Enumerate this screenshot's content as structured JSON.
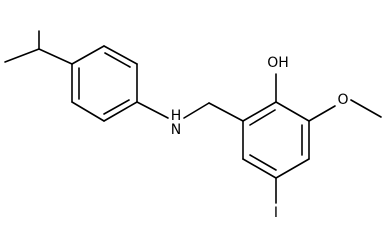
{
  "molecule": {
    "atoms": {
      "oh": "OH",
      "nh": "H",
      "n": "N",
      "o": "O",
      "i": "I"
    },
    "colors": {
      "bond": "#000000",
      "label": "#000000",
      "background": "#ffffff"
    }
  }
}
